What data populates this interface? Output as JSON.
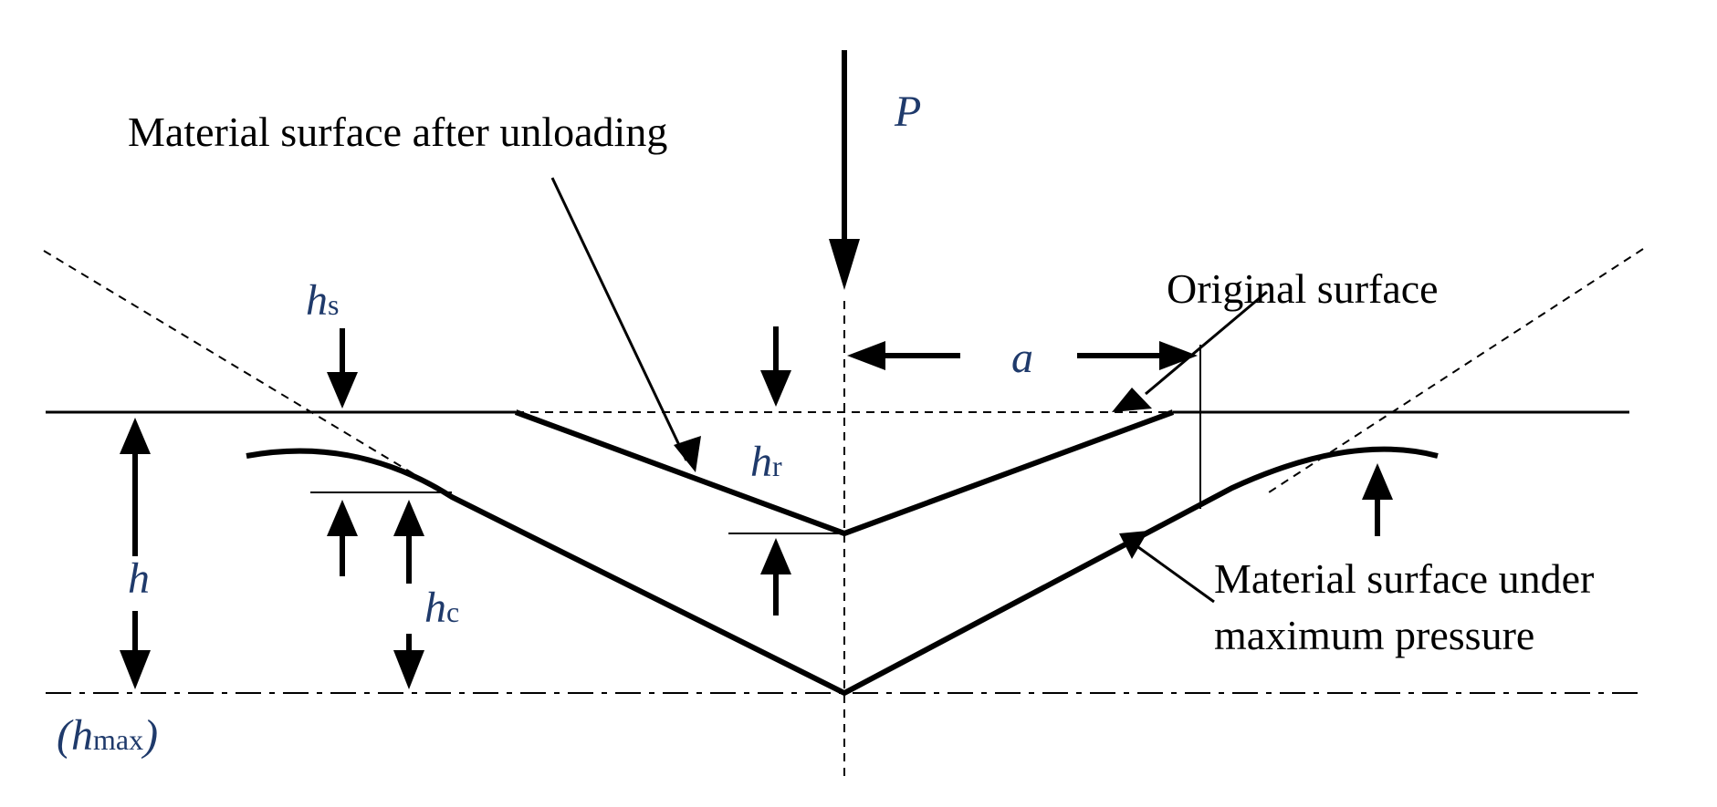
{
  "labels": {
    "surface_after_unloading": "Material surface after unloading",
    "original_surface": "Original surface",
    "surface_under_pressure_line1": "Material surface under",
    "surface_under_pressure_line2": "maximum pressure"
  },
  "symbols": {
    "load": "P",
    "contact_radius": "a",
    "h": "h",
    "h_max_open": "(",
    "h_max_base": "h",
    "h_max_sub": "max",
    "h_max_close": ")",
    "h_s_base": "h",
    "h_s_sub": "s",
    "h_r_base": "h",
    "h_r_sub": "r",
    "h_c_base": "h",
    "h_c_sub": "c"
  },
  "colors": {
    "lines": "#000000",
    "symbols": "#1f3a6b"
  }
}
